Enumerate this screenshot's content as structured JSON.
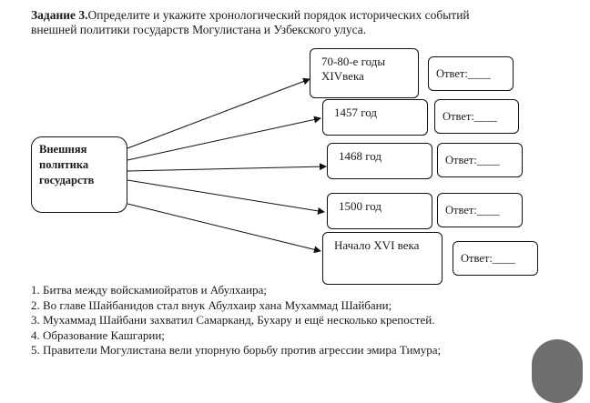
{
  "task": {
    "label": "Задание 3.",
    "line1": "Определите и укажите хронологический порядок исторических событий",
    "line2": "внешней политики государств Могулистана и Узбекского улуса."
  },
  "center": {
    "line1": "Внешняя",
    "line2": "политика",
    "line3": "государств"
  },
  "dates": [
    {
      "line1": "70-80-е годы",
      "line2": "XIVвека"
    },
    {
      "line1": "1457 год",
      "line2": ""
    },
    {
      "line1": "1468 год",
      "line2": ""
    },
    {
      "line1": "1500 год",
      "line2": ""
    },
    {
      "line1": "Начало XVI века",
      "line2": ""
    }
  ],
  "answers": [
    "Ответ:____",
    "Ответ:____",
    "Ответ:____",
    "Ответ:____",
    "Ответ:____"
  ],
  "events": [
    "1. Битва между войскамиойратов и Абулхаира;",
    "2. Во главе Шайбанидов стал внук Абулхаир хана Мухаммад Шайбани;",
    "3. Мухаммад Шайбани захватил Самарканд, Бухару и ещё несколько крепостей.",
    "4. Образование Кашгарии;",
    "5. Правители Могулистана вели упорную борьбу против агрессии эмира Тимура;"
  ]
}
